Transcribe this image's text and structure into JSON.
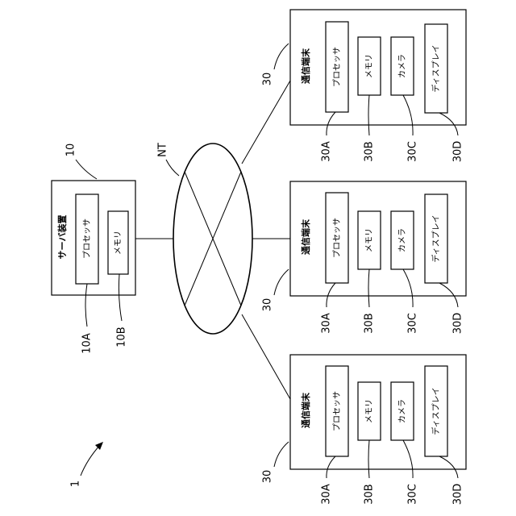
{
  "system_ref": "1",
  "network_label": "NT",
  "server": {
    "ref": "10",
    "title": "サーバ装置",
    "processor": "プロセッサ",
    "memory": "メモリ",
    "processor_ref": "10A",
    "memory_ref": "10B"
  },
  "terminals": [
    {
      "ref": "30",
      "title": "通信端末",
      "processor": "プロセッサ",
      "memory": "メモリ",
      "camera": "カメラ",
      "display": "ディスプレイ",
      "refs": {
        "processor": "30A",
        "memory": "30B",
        "camera": "30C",
        "display": "30D"
      }
    },
    {
      "ref": "30",
      "title": "通信端末",
      "processor": "プロセッサ",
      "memory": "メモリ",
      "camera": "カメラ",
      "display": "ディスプレイ",
      "refs": {
        "processor": "30A",
        "memory": "30B",
        "camera": "30C",
        "display": "30D"
      }
    },
    {
      "ref": "30",
      "title": "通信端末",
      "processor": "プロセッサ",
      "memory": "メモリ",
      "camera": "カメラ",
      "display": "ディスプレイ",
      "refs": {
        "processor": "30A",
        "memory": "30B",
        "camera": "30C",
        "display": "30D"
      }
    }
  ]
}
